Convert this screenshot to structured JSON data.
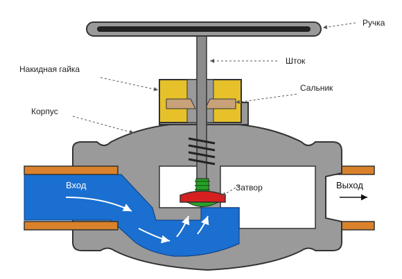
{
  "labels": {
    "handle": "Ручка",
    "stem": "Шток",
    "gland_nut": "Накидная гайка",
    "packing": "Сальник",
    "body": "Корпус",
    "gate": "Затвор",
    "inlet": "Вход",
    "outlet": "Выход"
  },
  "colors": {
    "body": "#9a9a9a",
    "body_outline": "#333333",
    "pipe": "#d9822b",
    "water": "#1a6fd0",
    "nut": "#e6c12a",
    "packing": "#c9a27a",
    "gate_red": "#d62020",
    "gate_green": "#2aa02a",
    "leader": "#555555"
  },
  "icons": [
    "flow-arrow-icon",
    "outlet-arrow-icon"
  ]
}
